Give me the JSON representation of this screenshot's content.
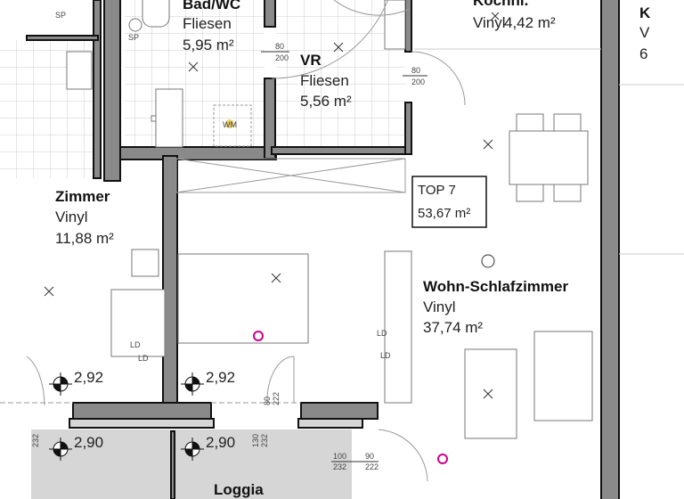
{
  "rooms": {
    "bad": {
      "name": "Bad/WC",
      "floor": "Fliesen",
      "area": "5,95 m²"
    },
    "vr": {
      "name": "VR",
      "floor": "Fliesen",
      "area": "5,56 m²"
    },
    "kochn": {
      "name": "Kochnl.",
      "floor": "Vinyl",
      "area": "4,42 m²"
    },
    "zimmer": {
      "name": "Zimmer",
      "floor": "Vinyl",
      "area": "11,88 m²"
    },
    "wohn": {
      "name": "Wohn-Schlafzimmer",
      "floor": "Vinyl",
      "area": "37,74 m²"
    },
    "loggia": {
      "name": "Loggia"
    },
    "right": {
      "name": "K",
      "floor": "V",
      "area": "6"
    }
  },
  "unit": {
    "label": "TOP 7",
    "area": "53,67 m²"
  },
  "levels": [
    "2,92",
    "2,92",
    "2,90",
    "2,90"
  ],
  "door_dims": {
    "bad_top": "80",
    "bad_bot": "200",
    "vr_top": "80",
    "vr_bot": "200",
    "balcony_a": "80",
    "balcony_b": "222",
    "balcony_c": "130",
    "balcony_d": "232",
    "side": "232",
    "win_top": "100",
    "win_bot": "232",
    "win2_top": "90",
    "win2_bot": "222"
  },
  "symbols": {
    "sp": "SP",
    "wm": "WM",
    "ld": "LD"
  },
  "colors": {
    "wall": "#8a8a8a",
    "loggia": "#d6d6d6",
    "socket": "#d0008a",
    "wm": "#e0b000"
  }
}
